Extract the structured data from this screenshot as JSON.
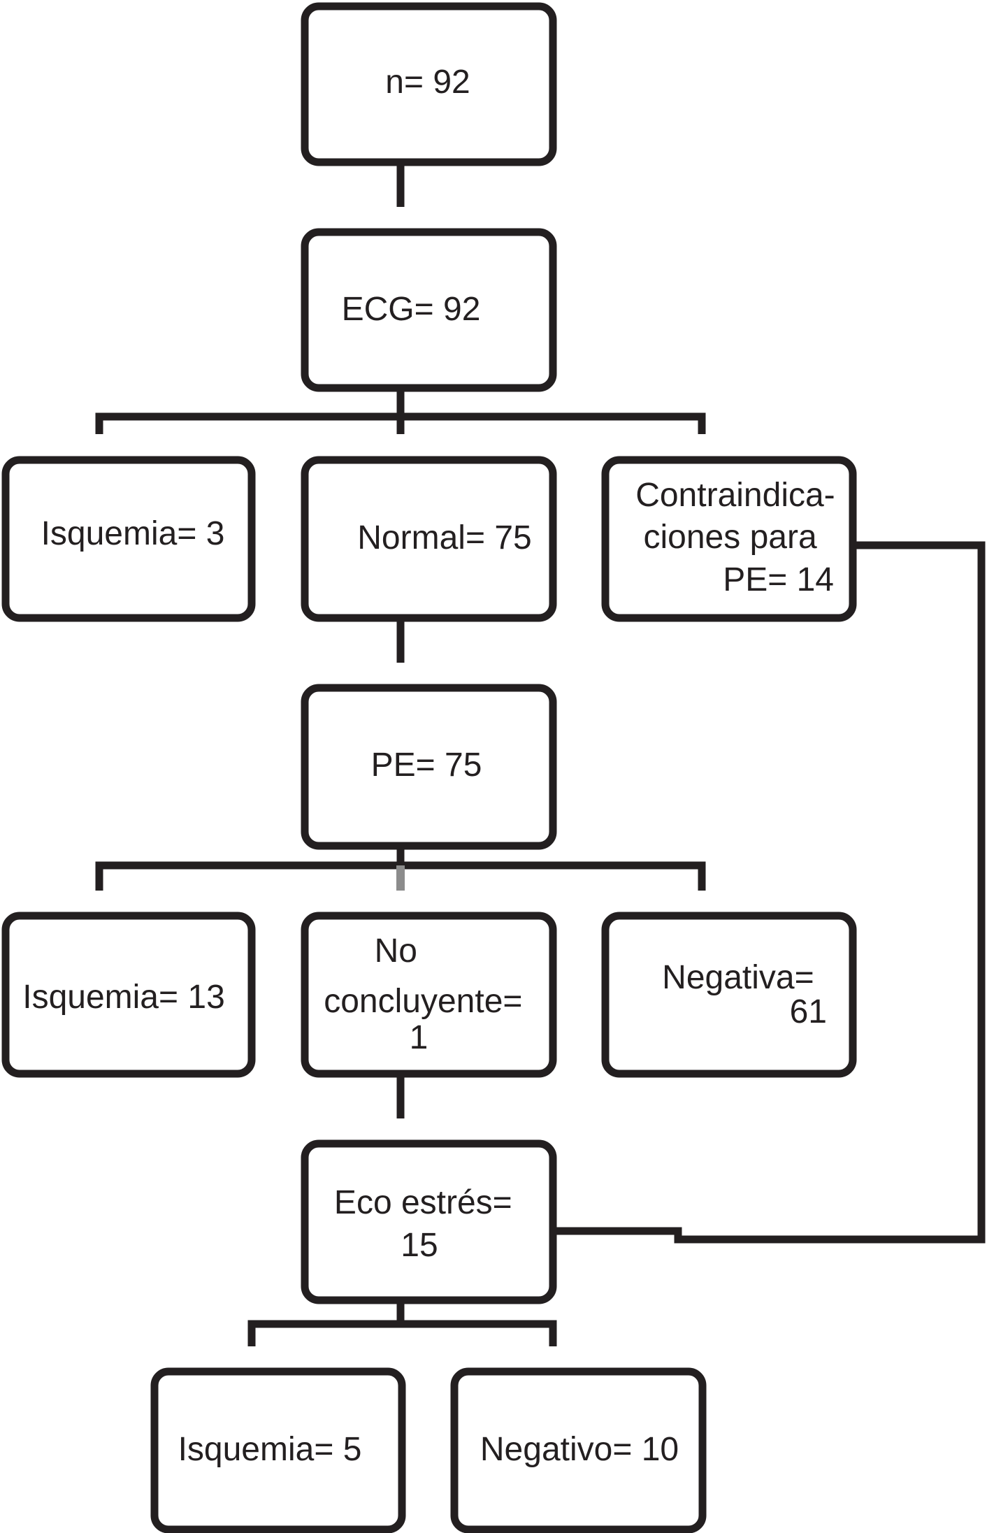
{
  "diagram": {
    "nodes": {
      "total": {
        "lines": [
          "n= 92"
        ]
      },
      "ecg": {
        "lines": [
          "ECG= 92"
        ]
      },
      "ecg_isquemia": {
        "lines": [
          "Isquemia= 3"
        ]
      },
      "ecg_normal": {
        "lines": [
          "Normal= 75"
        ]
      },
      "contraindicaciones": {
        "lines": [
          "Contraindica-",
          "ciones para",
          "PE= 14"
        ]
      },
      "pe": {
        "lines": [
          "PE= 75"
        ]
      },
      "pe_isquemia": {
        "lines": [
          "Isquemia= 13"
        ]
      },
      "pe_no_concluyente": {
        "lines": [
          "No",
          "concluyente=",
          "1"
        ]
      },
      "pe_negativa": {
        "lines": [
          "Negativa=",
          "61"
        ]
      },
      "eco_estres": {
        "lines": [
          "Eco estrés=",
          "15"
        ]
      },
      "eco_isquemia": {
        "lines": [
          "Isquemia= 5"
        ]
      },
      "eco_negativo": {
        "lines": [
          "Negativo= 10"
        ]
      }
    },
    "colors": {
      "stroke": "#231f20",
      "text": "#231f20",
      "background": "#ffffff"
    }
  }
}
